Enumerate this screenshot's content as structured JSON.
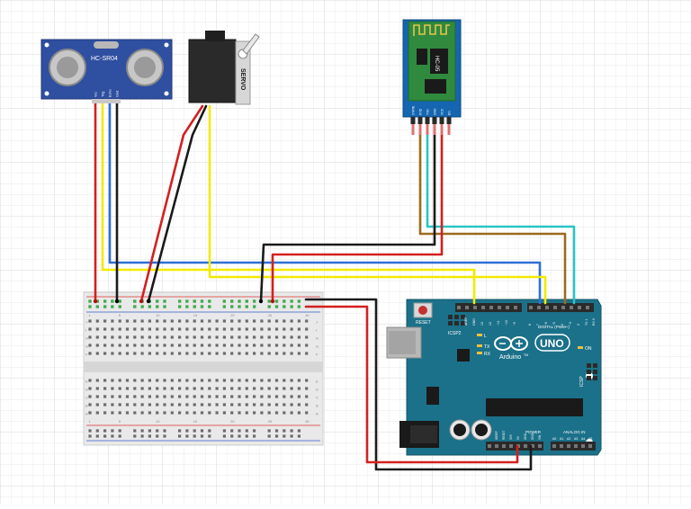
{
  "sensor": {
    "model": "HC-SR04",
    "pins": [
      "Vcc",
      "Trig",
      "Echo",
      "Gnd"
    ]
  },
  "servo": {
    "label": "SERVO"
  },
  "bluetooth": {
    "model": "HC-05",
    "pins": [
      "STATE",
      "RXD",
      "TXD",
      "GND",
      "VCC",
      "EN"
    ]
  },
  "arduino": {
    "brand": "Arduino",
    "tm": "TM",
    "model": "UNO",
    "reset_label": "RESET",
    "icsp2_label": "ICSP2",
    "icsp_label": "ICSP",
    "on_label": "ON",
    "l_label": "L",
    "tx_label": "TX",
    "rx_label": "RX",
    "digital_label": "DIGITAL (PWM~)",
    "power_label": "POWER",
    "analog_label": "ANALOG IN",
    "aref_label": "AREF",
    "gnd_label": "GND",
    "ioref_label": "IOREF",
    "digital_pins": [
      "13",
      "12",
      "~11",
      "~10",
      "~9",
      "8",
      "7",
      "~6",
      "~5",
      "4",
      "~3",
      "2",
      "TX 1",
      "RX 0"
    ],
    "power_pins": [
      "IOREF",
      "RESET",
      "3V3",
      "5V",
      "GND",
      "GND",
      "VIN"
    ],
    "analog_pins": [
      "A0",
      "A1",
      "A2",
      "A3",
      "A4",
      "A5"
    ]
  },
  "breadboard": {
    "column_numbers": [
      "1",
      "5",
      "10",
      "15",
      "20",
      "25",
      "30"
    ],
    "row_letters_top": [
      "J",
      "I",
      "H",
      "G",
      "F"
    ],
    "row_letters_bottom": [
      "E",
      "D",
      "C",
      "B",
      "A"
    ]
  },
  "wire_colors": {
    "red": "#d42020",
    "black": "#1a1a1a",
    "yellow": "#f2ea00",
    "blue": "#2f6fd6",
    "brown": "#9a6b1e",
    "cyan": "#2ac5c5",
    "green": "#2e9d3a"
  },
  "colors": {
    "arduino_board": "#1b7189",
    "sensor_board": "#2f4fa0",
    "bluetooth_board": "#1565b0",
    "servo_body": "#2a2a2a",
    "breadboard": "#e9e9e9"
  }
}
